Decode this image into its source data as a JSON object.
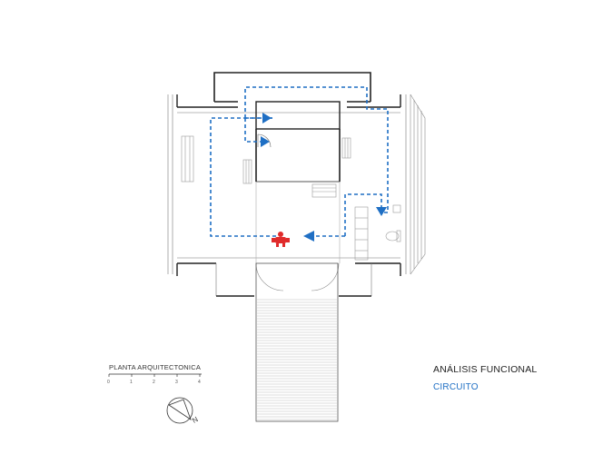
{
  "analysis": {
    "title": "ANÁLISIS FUNCIONAL",
    "subtitle": "CIRCUITO"
  },
  "plan": {
    "label": "PLANTA ARQUITECTONICA",
    "scale_ticks": [
      "0",
      "1",
      "2",
      "3",
      "4"
    ]
  },
  "north": {
    "label": "N"
  },
  "colors": {
    "circuit": "#1f6fc4",
    "marker": "#e02b2b",
    "walls": "#222222"
  },
  "icons": {
    "arrow": "arrowhead-icon",
    "person": "person-marker-icon",
    "north": "north-arrow-icon"
  }
}
